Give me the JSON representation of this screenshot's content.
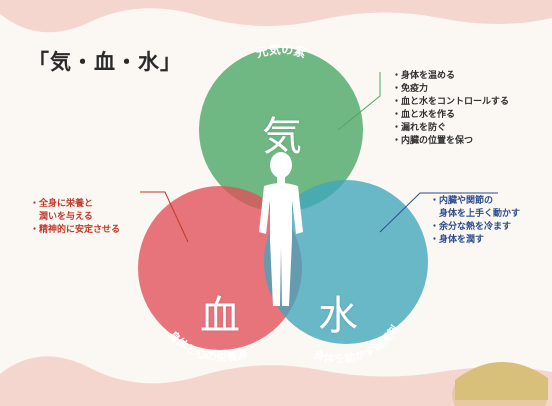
{
  "heading": "「気・血・水」",
  "ki": {
    "char": "気",
    "arc_label": "元気の素",
    "color": "#4fa86a",
    "items": [
      "・身体を温める",
      "・免疫力",
      "・血と水をコントロールする",
      "・血と水を作る",
      "・漏れを防ぐ",
      "・内臓の位置を保つ"
    ]
  },
  "ketsu": {
    "char": "血",
    "arc_label": "身体と心の栄養源",
    "color": "#e2505a",
    "items": [
      "・全身に栄養と",
      "　潤いを与える",
      "・精神的に安定させる"
    ]
  },
  "sui": {
    "char": "水",
    "arc_label": "身体を動かす潤滑剤",
    "color": "#3fa6bd",
    "items": [
      "・内臓や関節の",
      "　身体を上手く動かす",
      "・余分な熱を冷ます",
      "・身体を潤す"
    ]
  }
}
